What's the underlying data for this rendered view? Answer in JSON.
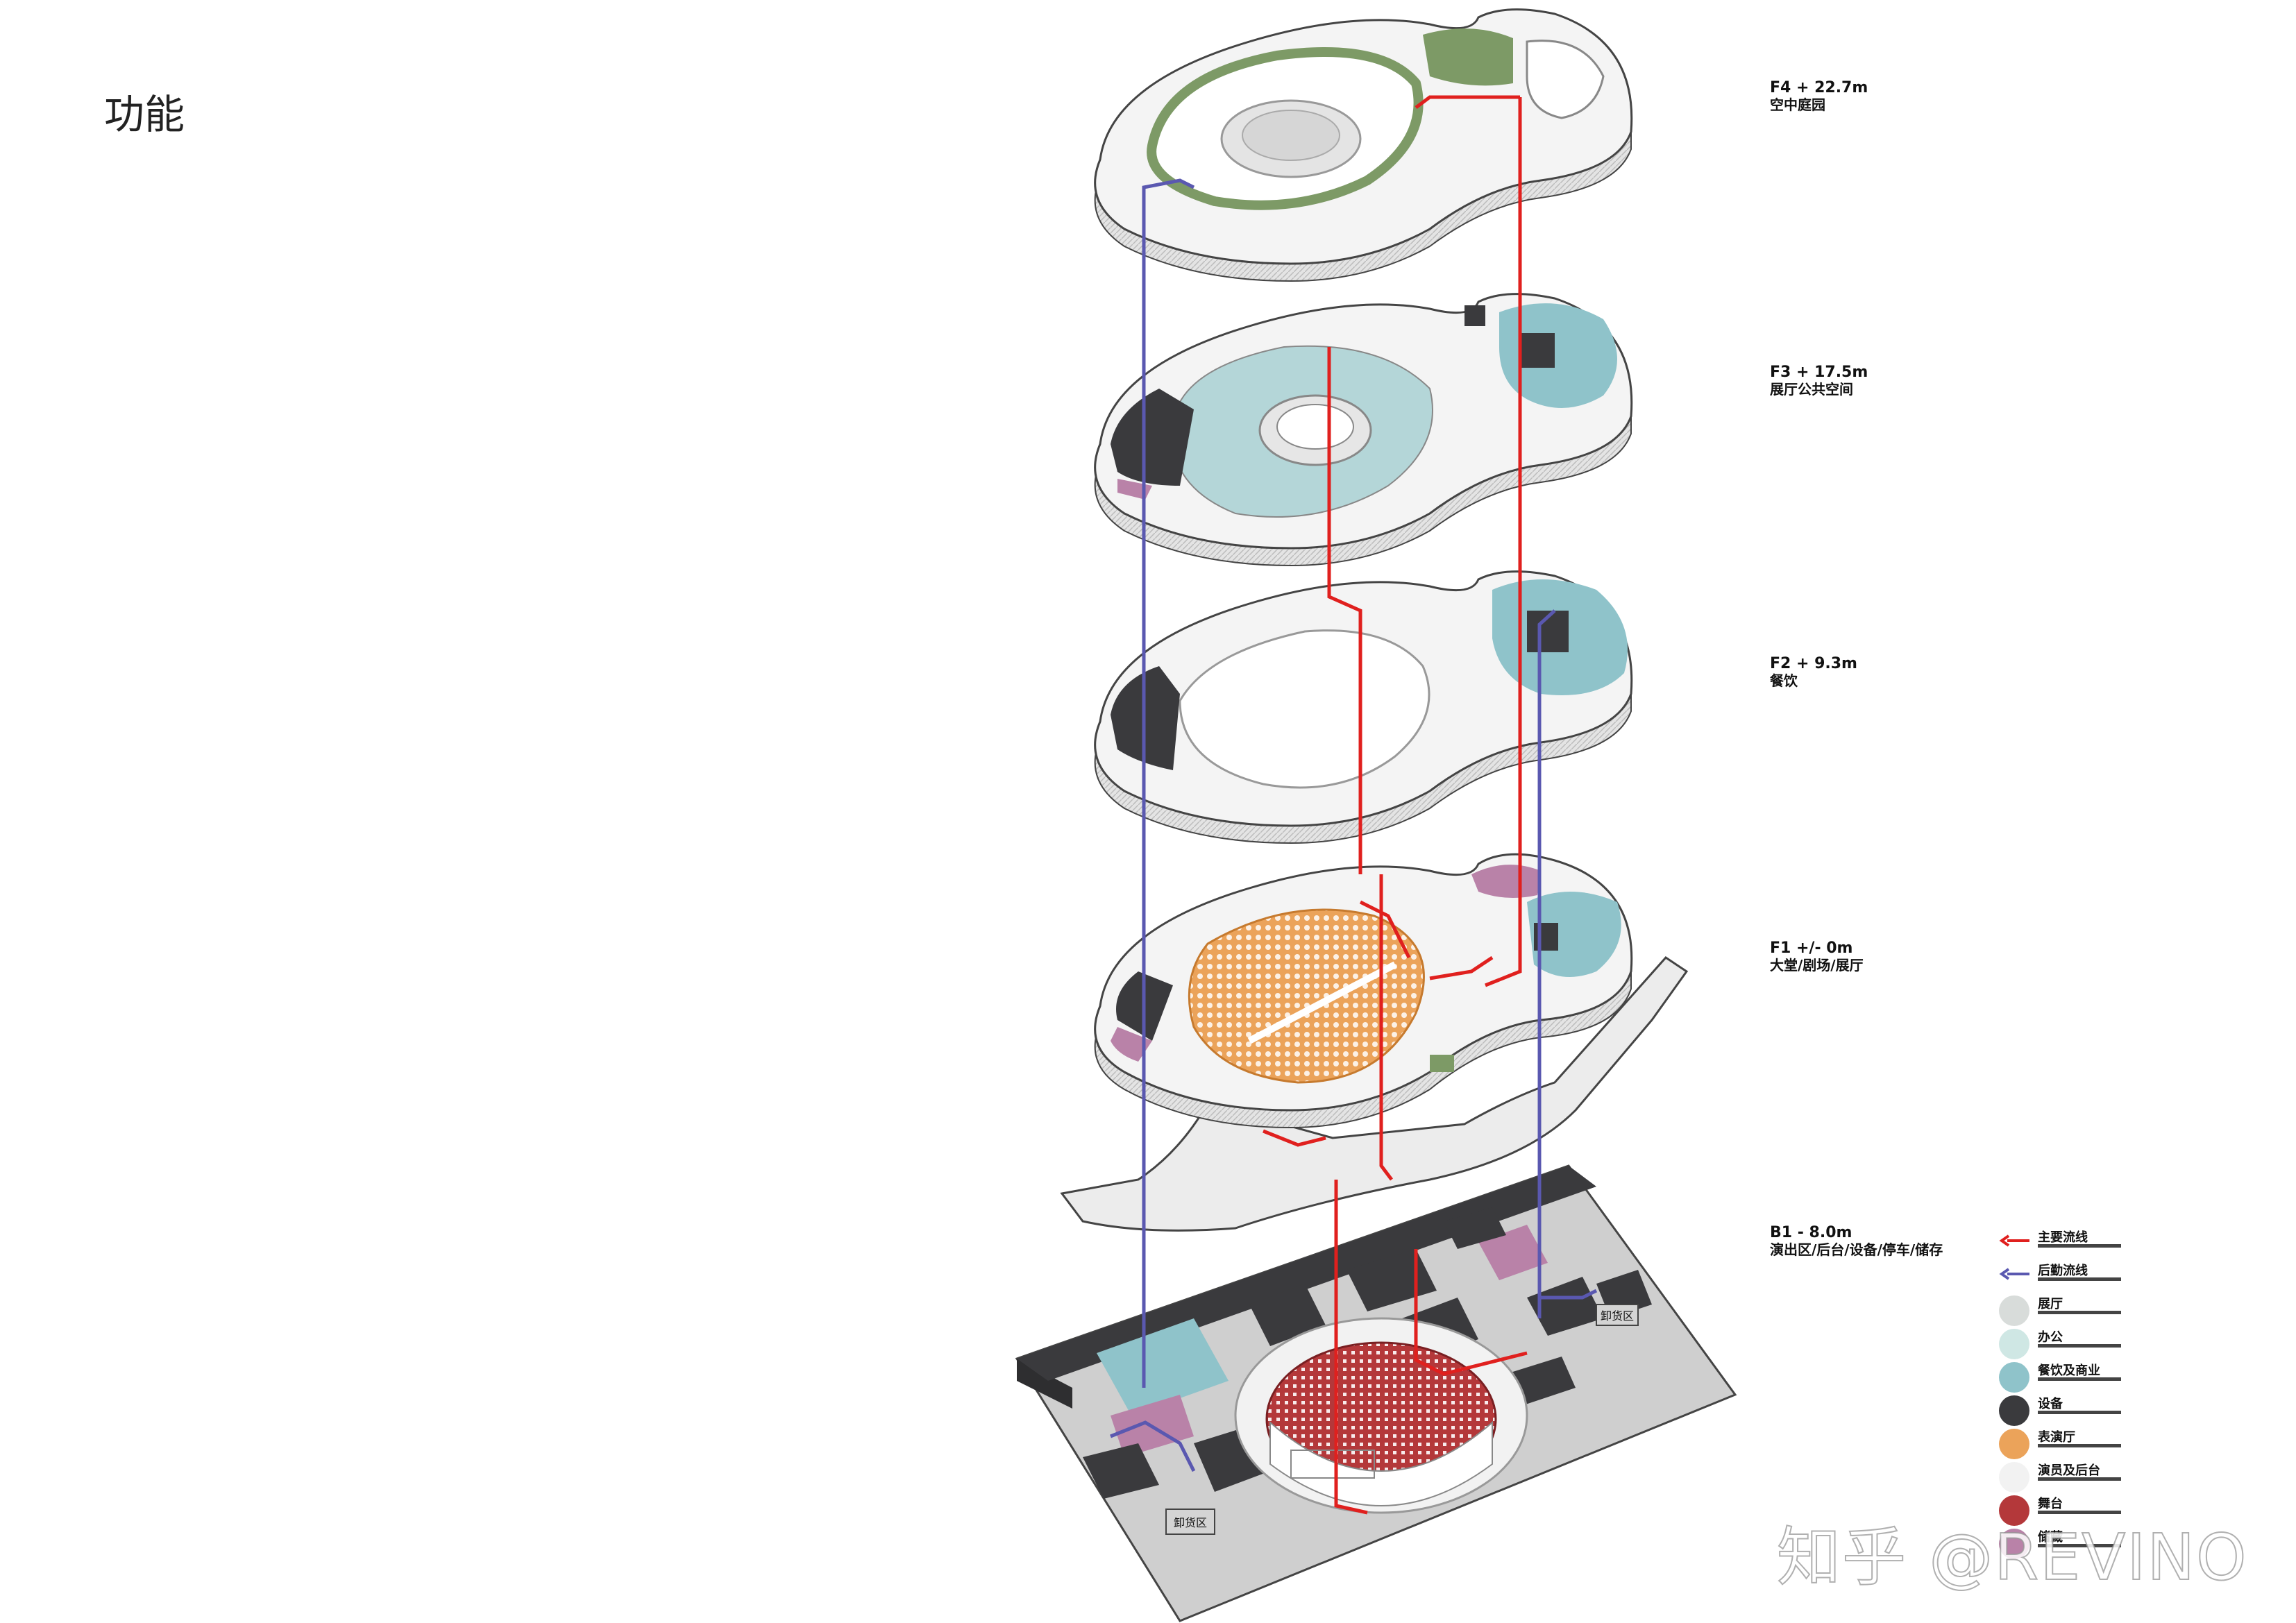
{
  "page": {
    "title": "功能"
  },
  "levels": [
    {
      "code": "F4 + 22.7m",
      "name": "空中庭园"
    },
    {
      "code": "F3 + 17.5m",
      "name": "展厅公共空间"
    },
    {
      "code": "F2 + 9.3m",
      "name": "餐饮"
    },
    {
      "code": "F1 +/- 0m",
      "name": "大堂/剧场/展厅"
    },
    {
      "code": "B1 - 8.0m",
      "name": "演出区/后台/设备/停车/储存"
    }
  ],
  "basement_labels": {
    "zone_a": "卸货区",
    "zone_b": "卸货区"
  },
  "legend": [
    {
      "kind": "arrow",
      "label": "主要流线",
      "color": "#e0201e"
    },
    {
      "kind": "arrow",
      "label": "后勤流线",
      "color": "#5a58b0"
    },
    {
      "kind": "swatch",
      "label": "展厅",
      "color": "#d8dcda"
    },
    {
      "kind": "swatch",
      "label": "办公",
      "color": "#cfe7e4"
    },
    {
      "kind": "swatch",
      "label": "餐饮及商业",
      "color": "#8fc3ca"
    },
    {
      "kind": "swatch",
      "label": "设备",
      "color": "#3a3a3d"
    },
    {
      "kind": "swatch",
      "label": "表演厅",
      "color": "#eba35a"
    },
    {
      "kind": "swatch",
      "label": "演员及后台",
      "color": "#f2f2f2"
    },
    {
      "kind": "swatch",
      "label": "舞台",
      "color": "#b4383a"
    },
    {
      "kind": "swatch",
      "label": "储藏",
      "color": "#b982a8"
    }
  ],
  "watermark": "知乎 @REVINO",
  "colors": {
    "slab": "#f4f4f4",
    "rim": "#cfcfcf",
    "dark": "#3a3a3d",
    "teal": "#8fc3ca",
    "lightTeal": "#cfe7e4",
    "orange": "#eba35a",
    "red": "#b4383a",
    "purple": "#b982a8",
    "green": "#7d9a66",
    "mainFlow": "#e0201e",
    "serviceFlow": "#5a58b0"
  }
}
